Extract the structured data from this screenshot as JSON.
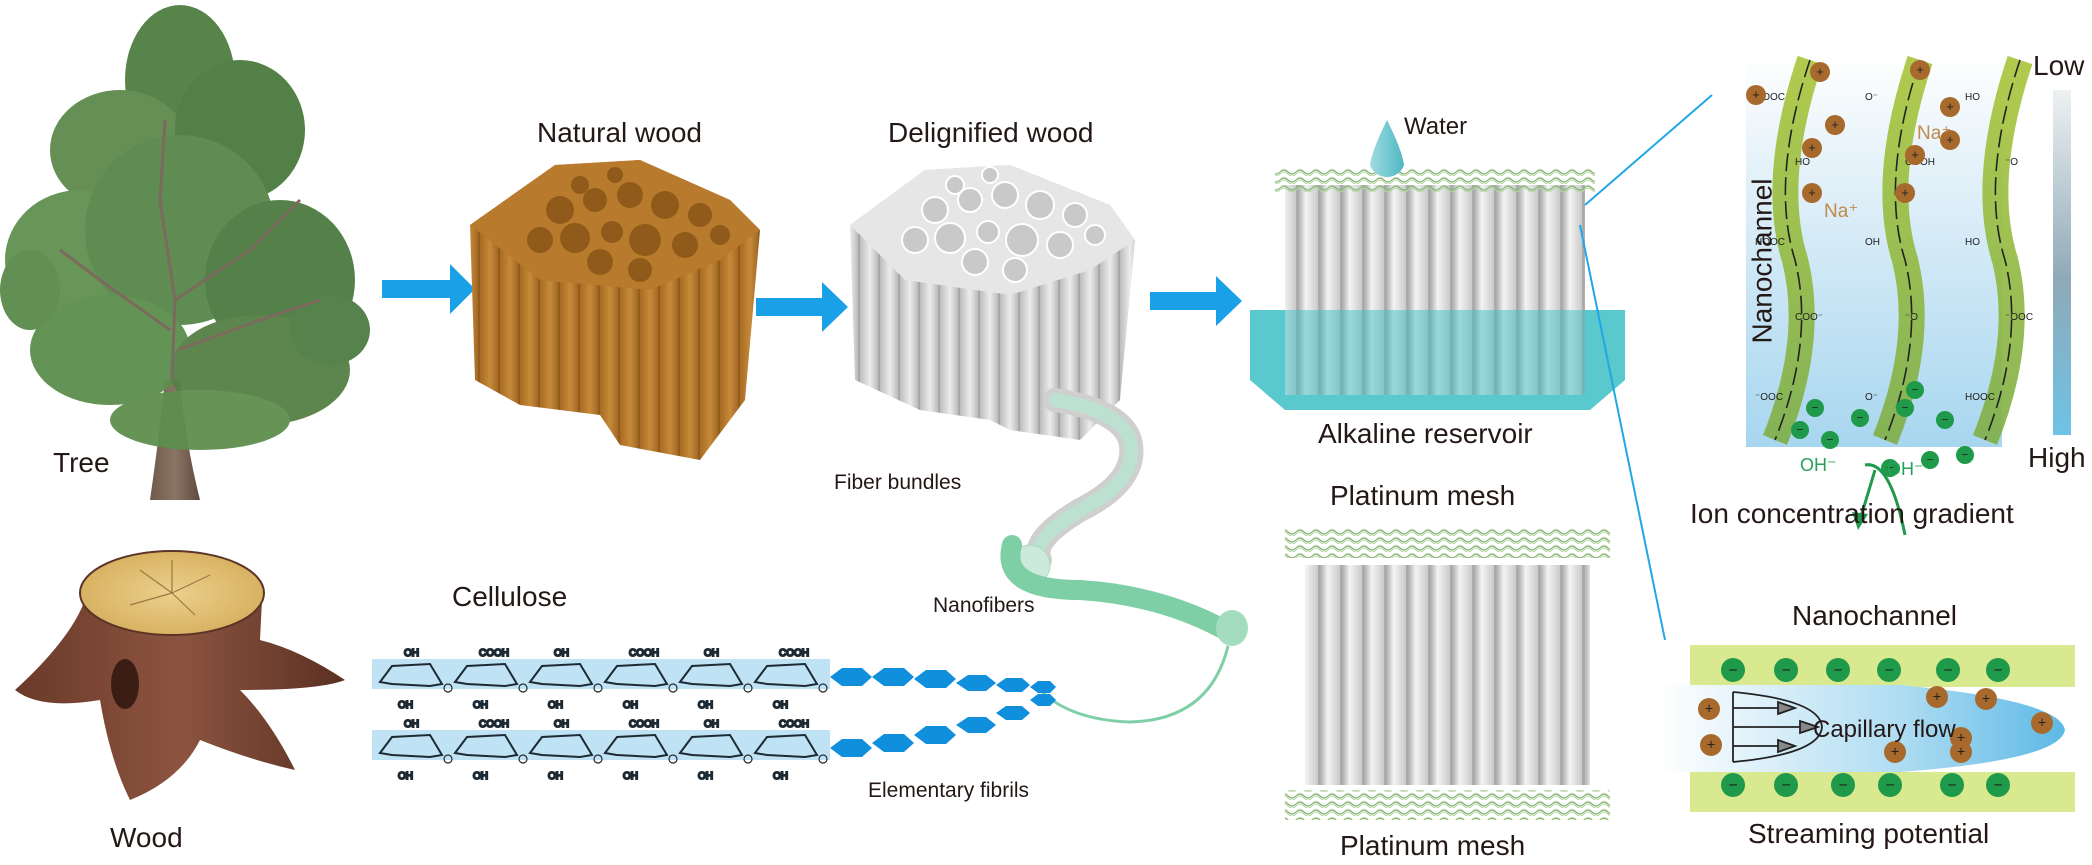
{
  "figure": {
    "stages": {
      "tree": "Tree",
      "wood": "Wood",
      "natural_wood": "Natural wood",
      "delignified_wood": "Delignified wood",
      "fiber_bundles": "Fiber bundles",
      "nanofibers": "Nanofibers",
      "elementary_fibrils": "Elementary fibrils",
      "cellulose": "Cellulose"
    },
    "device": {
      "water": "Water",
      "alkaline_reservoir": "Alkaline reservoir",
      "platinum_mesh_top": "Platinum mesh",
      "platinum_mesh_bottom": "Platinum mesh"
    },
    "gradient_panel": {
      "axis_label": "Nanochannel",
      "scale_low": "Low",
      "scale_high": "High",
      "cation_label_1": "Na⁺",
      "cation_label_2": "Na⁺",
      "anion_label_1": "OH⁻",
      "anion_label_2": "OH⁻",
      "caption": "Ion concentration gradient",
      "groups": [
        "HOOC",
        "O⁻",
        "HO",
        "COOH",
        "⁻O",
        "HOOC",
        "OH",
        "HO",
        "COO⁻",
        "⁻O",
        "⁻OOC",
        "O⁻"
      ]
    },
    "streaming_panel": {
      "title": "Nanochannel",
      "flow_label": "Capillary flow",
      "caption": "Streaming potential",
      "cation_symbol": "+",
      "anion_symbol": "−"
    },
    "chem_labels": {
      "oh": "OH",
      "ho": "HO",
      "cooh": "COOH",
      "o": "O"
    },
    "colors": {
      "arrow": "#1aa0e6",
      "natural_wood": "#b87a2c",
      "delignified_wood": "#d9d9d9",
      "cellulose_band": "#bfe3f5",
      "fibril": "#0f8fdc",
      "nanofiber": "#8fd6b0",
      "reservoir": "#3cc0c6",
      "mesh": "#9cc28a",
      "cation": "#a86a2c",
      "anion": "#1f9a4a",
      "channel_wall": "#d9e98f",
      "gradient_low": "#eef2f4",
      "gradient_high": "#6ec3e6",
      "callout_line": "#22a7e6",
      "cation_text": "#c08a4c",
      "anion_text": "#26a05a"
    }
  }
}
